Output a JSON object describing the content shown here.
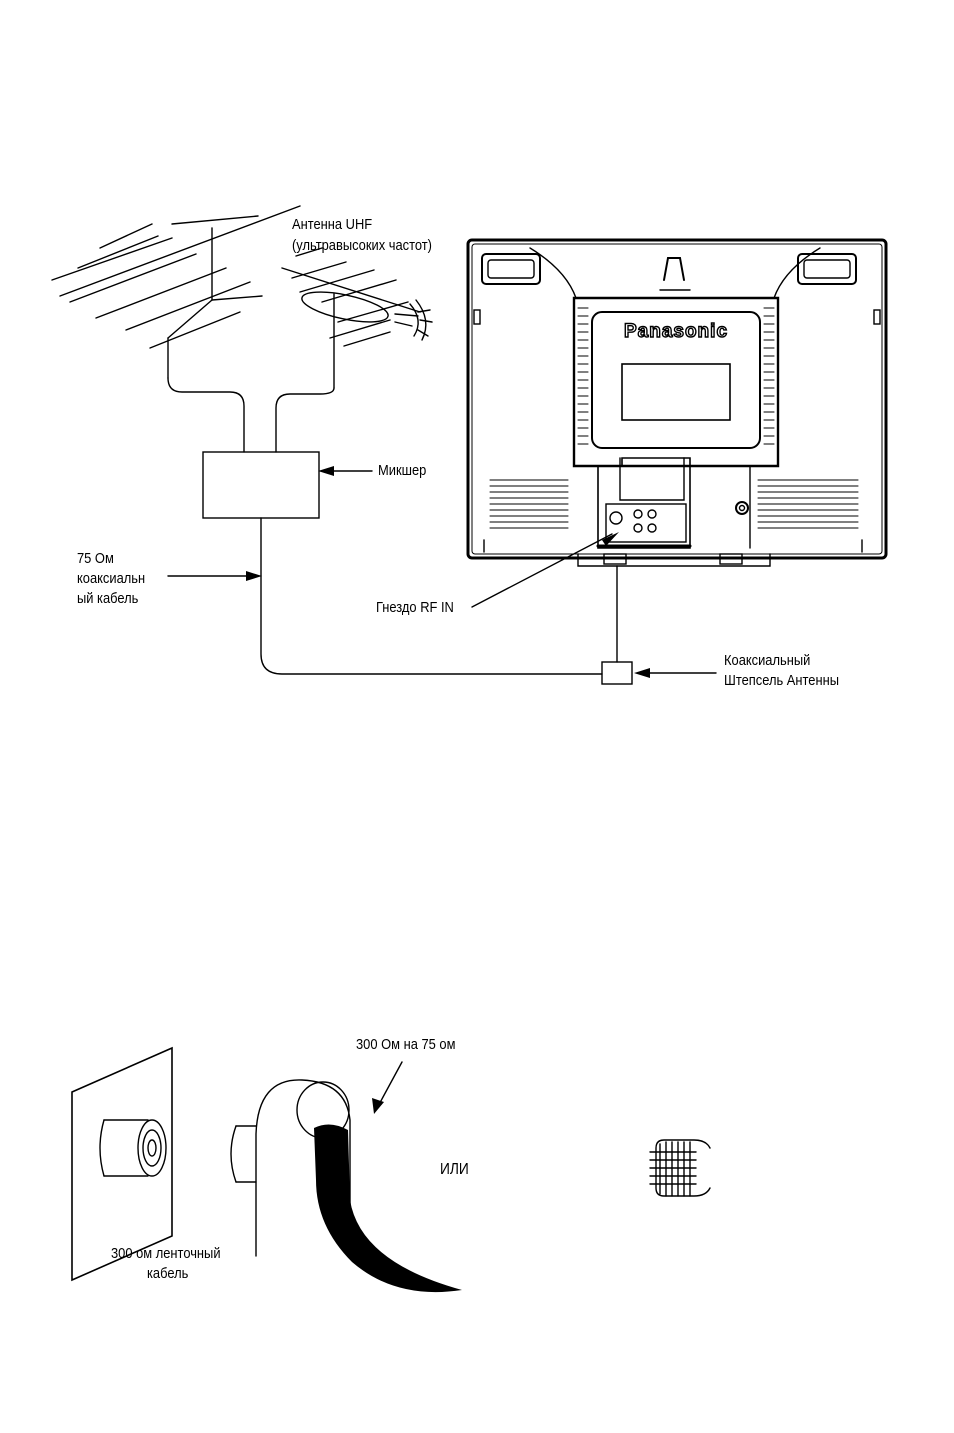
{
  "top_diagram": {
    "uhf_antenna_line1": "Антенна UHF",
    "uhf_antenna_line2": "(ультравысоких частот)",
    "mixer": "Микшер",
    "coax_line1": "75 Ом",
    "coax_line2": "коаксиальн",
    "coax_line3": "ый кабель",
    "rf_in": "Гнездо RF IN",
    "plug_line1": "Коаксиальный",
    "plug_line2": "Штепсель  Антенны",
    "brand": "Panasonic"
  },
  "bottom_diagram": {
    "adapter": "300 Ом на 75 ом",
    "or": "ИЛИ",
    "ribbon_line1": "300 ом ленточный",
    "ribbon_line2": "кабель"
  }
}
